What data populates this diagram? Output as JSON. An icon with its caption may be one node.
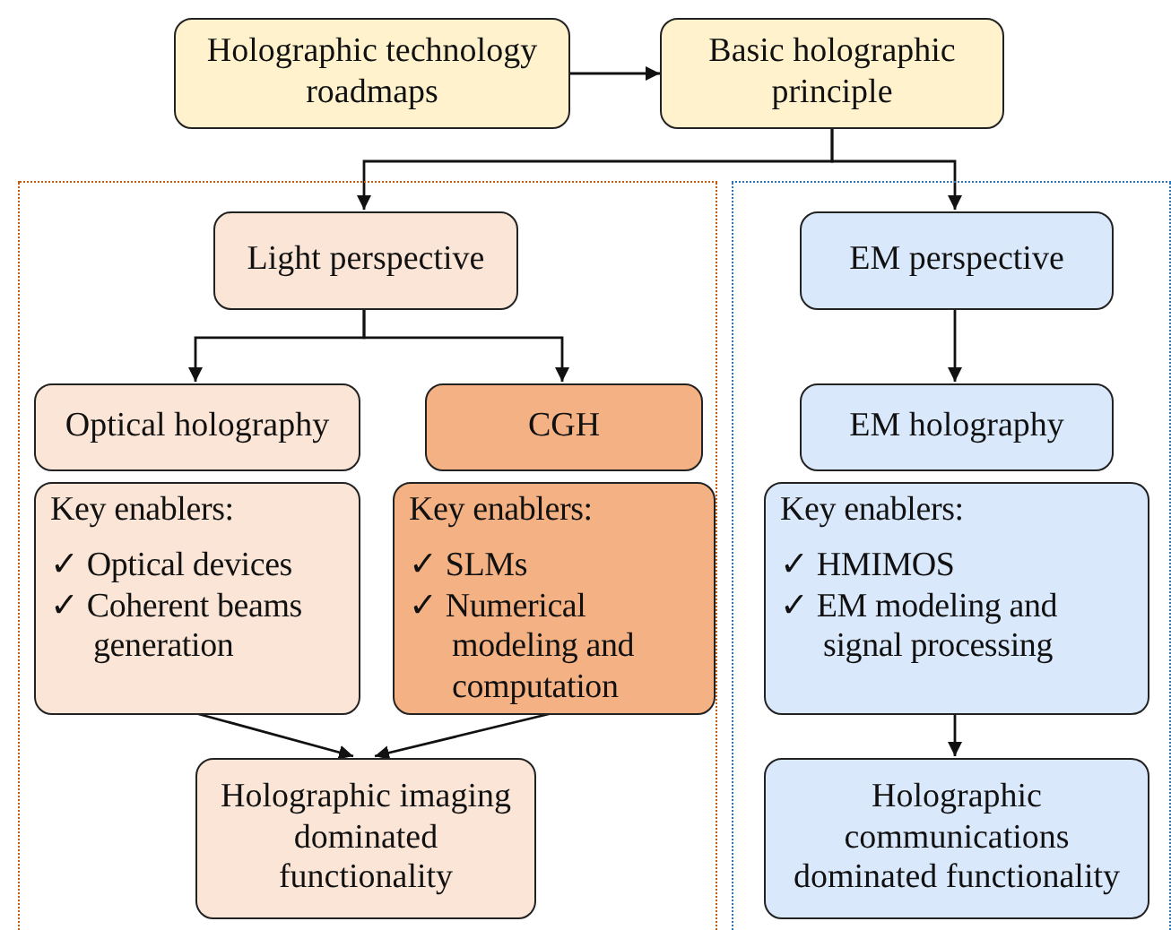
{
  "diagram": {
    "nodes": [
      {
        "text": [
          "Holographic technology roadmaps"
        ]
      },
      {
        "text": [
          "Basic holographic principle"
        ]
      },
      {
        "text": [],
        "shape": "box"
      },
      {
        "text": [
          "Light perspective"
        ],
        "in": 2
      },
      {
        "text": [
          "Optical holography"
        ],
        "in": 2
      },
      {
        "text": [
          "CGH"
        ],
        "in": 2
      },
      {
        "text": [
          "Key enablers:",
          "✓ Optical devices",
          "✓ Coherent beams generation"
        ],
        "in": 2
      },
      {
        "text": [
          "Key enablers:",
          "✓ SLMs",
          "✓ Numerical modeling and computation"
        ],
        "in": 2
      },
      {
        "text": [
          "Holographic imaging dominated functionality"
        ],
        "in": 2
      },
      {
        "text": [],
        "shape": "box"
      },
      {
        "text": [
          "EM perspective"
        ],
        "in": 9
      },
      {
        "text": [
          "EM holography"
        ],
        "in": 9
      },
      {
        "text": [
          "Key enablers:",
          "✓ HMIMOS",
          "✓ EM modeling and signal processing"
        ],
        "in": 9
      },
      {
        "text": [
          "Holographic communications dominated functionality"
        ],
        "in": 9
      }
    ],
    "edges": [
      {
        "from": 0,
        "to": 1,
        "arrow": "to"
      },
      {
        "from": 1,
        "to": 3,
        "arrow": "to"
      },
      {
        "from": 1,
        "to": 10,
        "arrow": "to"
      },
      {
        "from": 3,
        "to": 4,
        "arrow": "to"
      },
      {
        "from": 3,
        "to": 5,
        "arrow": "to"
      },
      {
        "from": 10,
        "to": 11,
        "arrow": "to"
      },
      {
        "from": 6,
        "to": 8,
        "arrow": "to"
      },
      {
        "from": 7,
        "to": 8,
        "arrow": "to"
      },
      {
        "from": 12,
        "to": 13,
        "arrow": "to"
      }
    ]
  }
}
